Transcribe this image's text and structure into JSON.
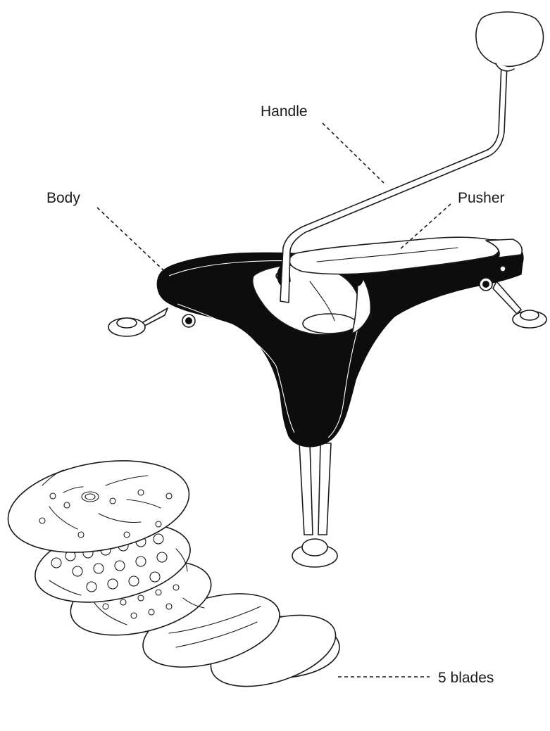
{
  "labels": {
    "handle": "Handle",
    "body": "Body",
    "pusher": "Pusher",
    "blades": "5 blades"
  },
  "colors": {
    "body": "#0d0d0d",
    "line": "#1a1a1a",
    "background": "#ffffff"
  }
}
